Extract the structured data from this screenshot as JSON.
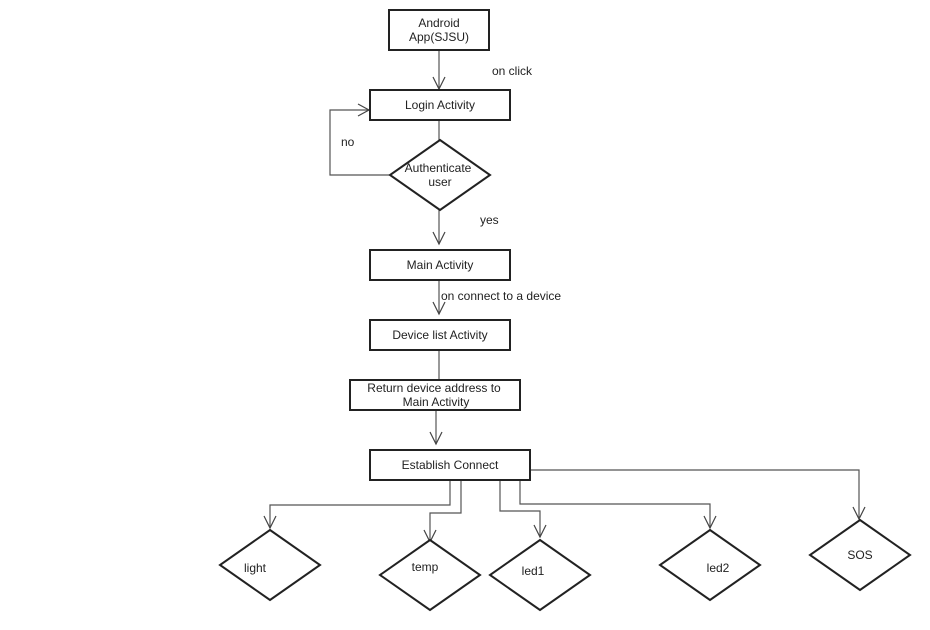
{
  "nodes": {
    "android_app": [
      "Android",
      "App(SJSU)"
    ],
    "login": "Login Activity",
    "authenticate": [
      "Authenticate",
      "user"
    ],
    "main_activity": "Main Activity",
    "device_list": "Device list Activity",
    "return_address": [
      "Return device address to",
      "Main Activity"
    ],
    "establish": "Establish Connect",
    "light": "light",
    "temp": "temp",
    "led1": "led1",
    "led2": "led2",
    "sos": "SOS"
  },
  "edge_labels": {
    "on_click": "on click",
    "no": "no",
    "yes": "yes",
    "on_connect": "on connect to a device"
  }
}
